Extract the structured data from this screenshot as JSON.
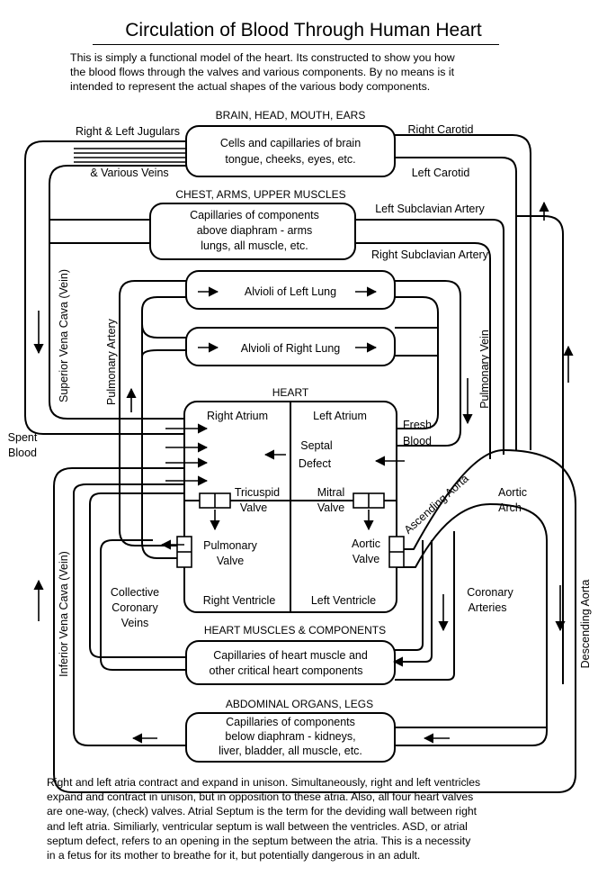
{
  "title": "Circulation of Blood Through Human Heart",
  "intro_lines": [
    "This is simply a functional model of the heart.  Its constructed to show you how",
    "the blood flows through the valves and various components.  By no means is it",
    "intended to represent the actual shapes of the various body components."
  ],
  "sections": {
    "brain": {
      "heading": "BRAIN, HEAD, MOUTH, EARS",
      "box": [
        "Cells and capillaries of brain",
        "tongue, cheeks, eyes, etc."
      ]
    },
    "chest": {
      "heading": "CHEST, ARMS, UPPER MUSCLES",
      "box": [
        "Capillaries of components",
        "above diaphram - arms",
        "lungs, all muscle, etc."
      ]
    },
    "lungs": {
      "left": "Alvioli of Left Lung",
      "right": "Alvioli of Right Lung"
    },
    "heart": {
      "heading": "HEART",
      "right_atrium": "Right Atrium",
      "left_atrium": "Left Atrium",
      "septal_defect": [
        "Septal",
        "Defect"
      ],
      "fresh_blood": [
        "Fresh",
        "Blood"
      ],
      "tricuspid": [
        "Tricuspid",
        "Valve"
      ],
      "mitral": [
        "Mitral",
        "Valve"
      ],
      "pulmonary_valve": [
        "Pulmonary",
        "Valve"
      ],
      "aortic_valve": [
        "Aortic",
        "Valve"
      ],
      "right_ventricle": "Right Ventricle",
      "left_ventricle": "Left Ventricle"
    },
    "heart_muscles": {
      "heading": "HEART MUSCLES & COMPONENTS",
      "box": [
        "Capillaries of heart muscle and",
        "other critical heart components"
      ]
    },
    "abdominal": {
      "heading": "ABDOMINAL ORGANS, LEGS",
      "box": [
        "Capillaries of components",
        "below diaphram - kidneys,",
        "liver, bladder, all muscle, etc."
      ]
    }
  },
  "vessels": {
    "jugulars": "Right & Left Jugulars",
    "various_veins": "& Various Veins",
    "right_carotid": "Right Carotid",
    "left_carotid": "Left Carotid",
    "left_subclavian": "Left Subclavian Artery",
    "right_subclavian": "Right Subclavian Artery",
    "superior_vena_cava": "Superior Vena Cava (Vein)",
    "pulmonary_artery": "Pulmonary Artery",
    "pulmonary_vein": "Pulmonary Vein",
    "spent_blood": [
      "Spent",
      "Blood"
    ],
    "ascending_aorta": "Ascending Aorta",
    "aortic_arch": [
      "Aortic",
      "Arch"
    ],
    "descending_aorta": "Descending Aorta",
    "inferior_vena_cava": "Inferior Vena Cava (Vein)",
    "collective_coronary": [
      "Collective",
      "Coronary",
      "Veins"
    ],
    "coronary_arteries": [
      "Coronary",
      "Arteries"
    ]
  },
  "footer_lines": [
    "Right and left atria contract and expand in unison.  Simultaneously, right and left ventricles",
    "expand and contract in unison, but in opposition to these atria.  Also, all four heart valves",
    "are one-way, (check) valves.  Atrial Septum is the term for the deviding wall between right",
    "and left atria.  Similiarly, ventricular septum is wall between the ventricles.  ASD, or atrial",
    "septum defect, refers to an opening in the septum between the atria.  This is a necessity",
    "in a fetus for its mother to breathe for it, but potentially dangerous in an adult."
  ]
}
